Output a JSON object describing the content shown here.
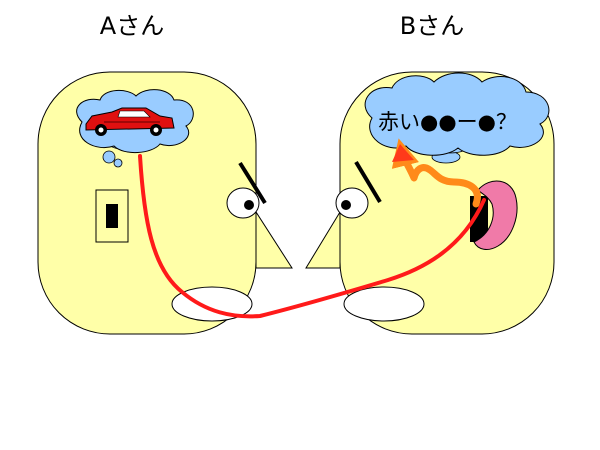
{
  "labels": {
    "person_a": "Aさん",
    "person_b": "Bさん"
  },
  "thought_b": {
    "text": "赤い●●ー●？"
  },
  "colors": {
    "face": "#ffffa8",
    "outline": "#000000",
    "cloud": "#99ccff",
    "car_body": "#e01010",
    "path_line": "#ff1a1a",
    "signal_arrow": "#ff8a1a",
    "ear": "#f07aa8",
    "mouth": "#ffffff"
  },
  "icons": {
    "car": "red-sports-car-icon"
  }
}
